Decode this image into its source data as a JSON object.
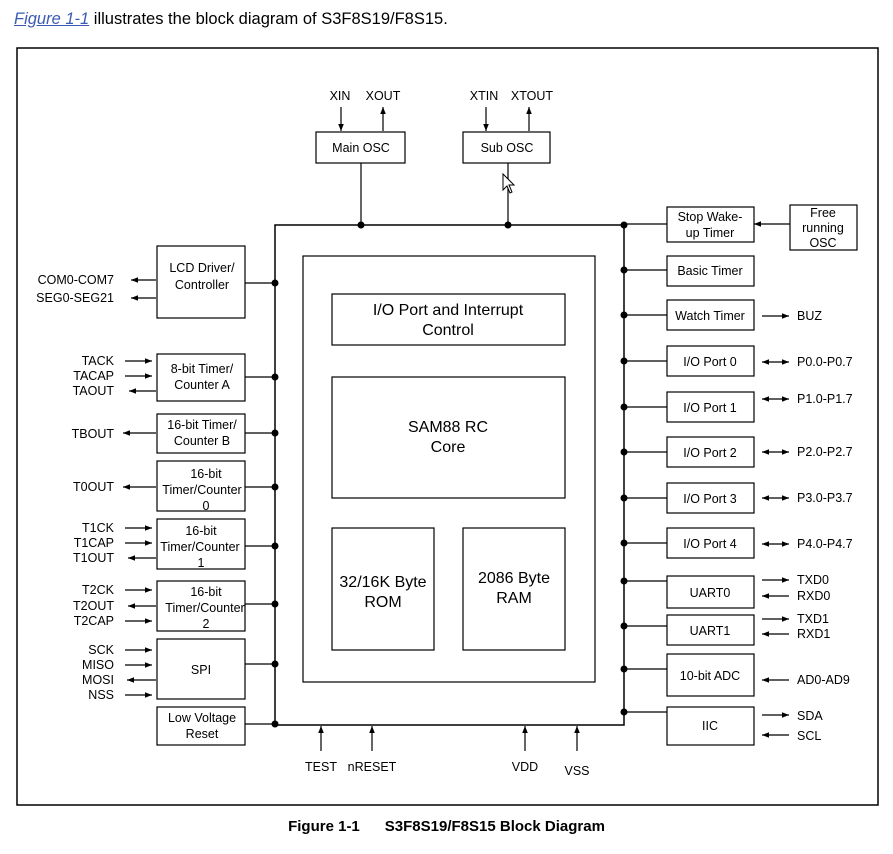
{
  "intro": {
    "link": "Figure 1-1",
    "text": " illustrates the block diagram of S3F8S19/F8S15."
  },
  "caption": {
    "label": "Figure 1-1",
    "title": "S3F8S19/F8S15 Block Diagram"
  },
  "pins": {
    "xin": "XIN",
    "xout": "XOUT",
    "xtin": "XTIN",
    "xtout": "XTOUT",
    "com": "COM0-COM7",
    "seg": "SEG0-SEG21",
    "tack": "TACK",
    "tacap": "TACAP",
    "taout": "TAOUT",
    "tbout": "TBOUT",
    "t0out": "T0OUT",
    "t1ck": "T1CK",
    "t1cap": "T1CAP",
    "t1out": "T1OUT",
    "t2ck": "T2CK",
    "t2out": "T2OUT",
    "t2cap": "T2CAP",
    "sck": "SCK",
    "miso": "MISO",
    "mosi": "MOSI",
    "nss": "NSS",
    "test": "TEST",
    "nreset": "nRESET",
    "vdd": "VDD",
    "vss": "VSS",
    "buz": "BUZ",
    "p0": "P0.0-P0.7",
    "p1": "P1.0-P1.7",
    "p2": "P2.0-P2.7",
    "p3": "P3.0-P3.7",
    "p4": "P4.0-P4.7",
    "txd0": "TXD0",
    "rxd0": "RXD0",
    "txd1": "TXD1",
    "rxd1": "RXD1",
    "adc_in": "AD0-AD9",
    "sda": "SDA",
    "scl": "SCL"
  },
  "blocks": {
    "main_osc": "Main OSC",
    "sub_osc": "Sub OSC",
    "lcd": [
      "LCD Driver/",
      "Controller"
    ],
    "timer_a": [
      "8-bit Timer/",
      "Counter A"
    ],
    "timer_b": [
      "16-bit Timer/",
      "Counter B"
    ],
    "timer0": [
      "16-bit",
      "Timer/Counter",
      "0"
    ],
    "timer1": [
      "16-bit",
      "Timer/Counter",
      "1"
    ],
    "timer2": [
      "16-bit",
      "Timer/Counter",
      "2"
    ],
    "spi": "SPI",
    "lvr": [
      "Low Voltage",
      "Reset"
    ],
    "stop_wakeup": [
      "Stop Wake-",
      "up Timer"
    ],
    "free_osc": [
      "Free",
      "running",
      "OSC"
    ],
    "basic_timer": "Basic Timer",
    "watch_timer": "Watch Timer",
    "io_port0": "I/O Port 0",
    "io_port1": "I/O Port 1",
    "io_port2": "I/O Port 2",
    "io_port3": "I/O Port 3",
    "io_port4": "I/O Port 4",
    "uart0": "UART0",
    "uart1": "UART1",
    "adc": "10-bit ADC",
    "iic": "IIC",
    "io_interrupt": [
      "I/O Port and Interrupt",
      "Control"
    ],
    "core": [
      "SAM88 RC",
      "Core"
    ],
    "rom": [
      "32/16K Byte",
      "ROM"
    ],
    "ram": [
      "2086 Byte",
      "RAM"
    ]
  }
}
